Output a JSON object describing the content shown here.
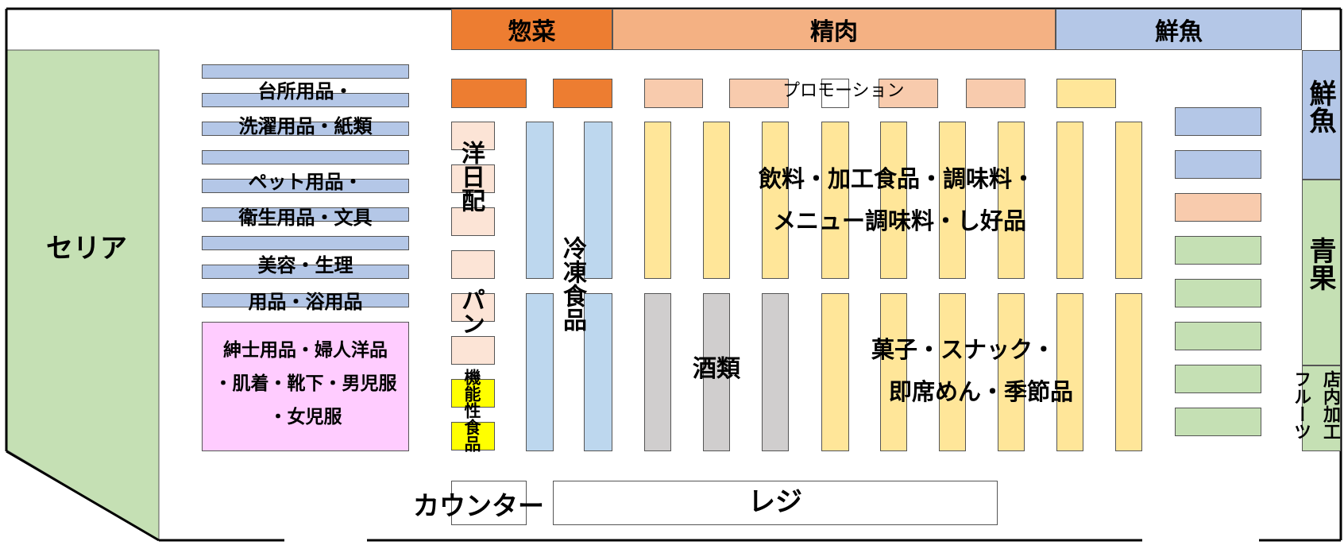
{
  "colors": {
    "sozai": "#ED7D31",
    "seiniku": "#F4B183",
    "sengyo": "#B4C7E7",
    "green": "#C5E0B4",
    "light_blue_shelf": "#BDD7EE",
    "yellow_shelf": "#FFE699",
    "gray_shelf": "#D0CECE",
    "peach": "#F8CBAD",
    "pale_peach": "#FCE4D6",
    "pink": "#FFCCFF",
    "bright_yellow": "#FFFF00"
  },
  "header": {
    "sozai": "惣菜",
    "seiniku": "精肉",
    "sengyo": "鮮魚"
  },
  "sections": {
    "seria": "セリア",
    "promotion": "プロモーション",
    "sengyo_side": "鮮魚",
    "seika_side": "青果",
    "fruit_a": "店内加工",
    "fruit_b": "フルーツ",
    "yoshoku": "洋日配",
    "pan": "パン",
    "kinousei": "機能性食品",
    "reitou": "冷凍食品",
    "drinks_line1": "飲料・加工食品・調味料・",
    "drinks_line2": "メニュー調味料・し好品",
    "sake": "酒類",
    "snack_line1": "菓子・スナック・",
    "snack_line2": "即席めん・季節品",
    "counter": "カウンター",
    "register": "レジ"
  },
  "left_labels": {
    "kitchen_1": "台所用品・",
    "kitchen_2": "洗濯用品・紙類",
    "pet_1": "ペット用品・",
    "pet_2": "衛生用品・文具",
    "beauty_1": "美容・生理",
    "beauty_2": "用品・浴用品",
    "apparel_1": "紳士用品・婦人洋品",
    "apparel_2": "・肌着・靴下・男児服",
    "apparel_3": "・女児服"
  }
}
